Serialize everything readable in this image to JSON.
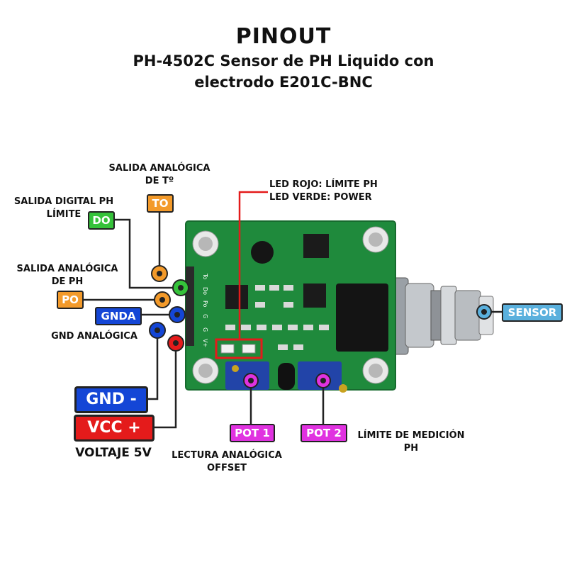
{
  "header": {
    "title": "PINOUT",
    "subtitle_line1": "PH-4502C Sensor de PH Liquido con",
    "subtitle_line2": "electrodo E201C-BNC"
  },
  "labels": {
    "to_desc_line1": "SALIDA ANALÓGICA",
    "to_desc_line2": "DE Tº",
    "do_desc_line1": "SALIDA DIGITAL PH",
    "do_desc_line2": "LÍMITE",
    "po_desc_line1": "SALIDA ANALÓGICA",
    "po_desc_line2": "DE PH",
    "gnda_desc": "GND ANALÓGICA",
    "led_line1": "LED ROJO: LÍMITE PH",
    "led_line2": "LED VERDE: POWER",
    "voltage": "VOLTAJE 5V",
    "pot1_desc_line1": "LECTURA ANALÓGICA",
    "pot1_desc_line2": "OFFSET",
    "pot2_desc_line1": "LÍMITE DE MEDICIÓN",
    "pot2_desc_line2": "PH"
  },
  "tags": {
    "to": "TO",
    "do": "DO",
    "po": "PO",
    "gnda": "GNDA",
    "gnd": "GND -",
    "vcc": "VCC +",
    "pot1": "POT 1",
    "pot2": "POT 2",
    "sensor": "SENSOR"
  },
  "board": {
    "pin_labels": [
      "To",
      "Do",
      "Po",
      "G",
      "G",
      "V+"
    ]
  },
  "colors": {
    "orange": "#f39a2a",
    "green": "#35c23a",
    "blue": "#1446d6",
    "red": "#e41b1b",
    "magenta": "#e032e0",
    "sky": "#5ab0dd",
    "pcb": "#1f8a3c"
  }
}
